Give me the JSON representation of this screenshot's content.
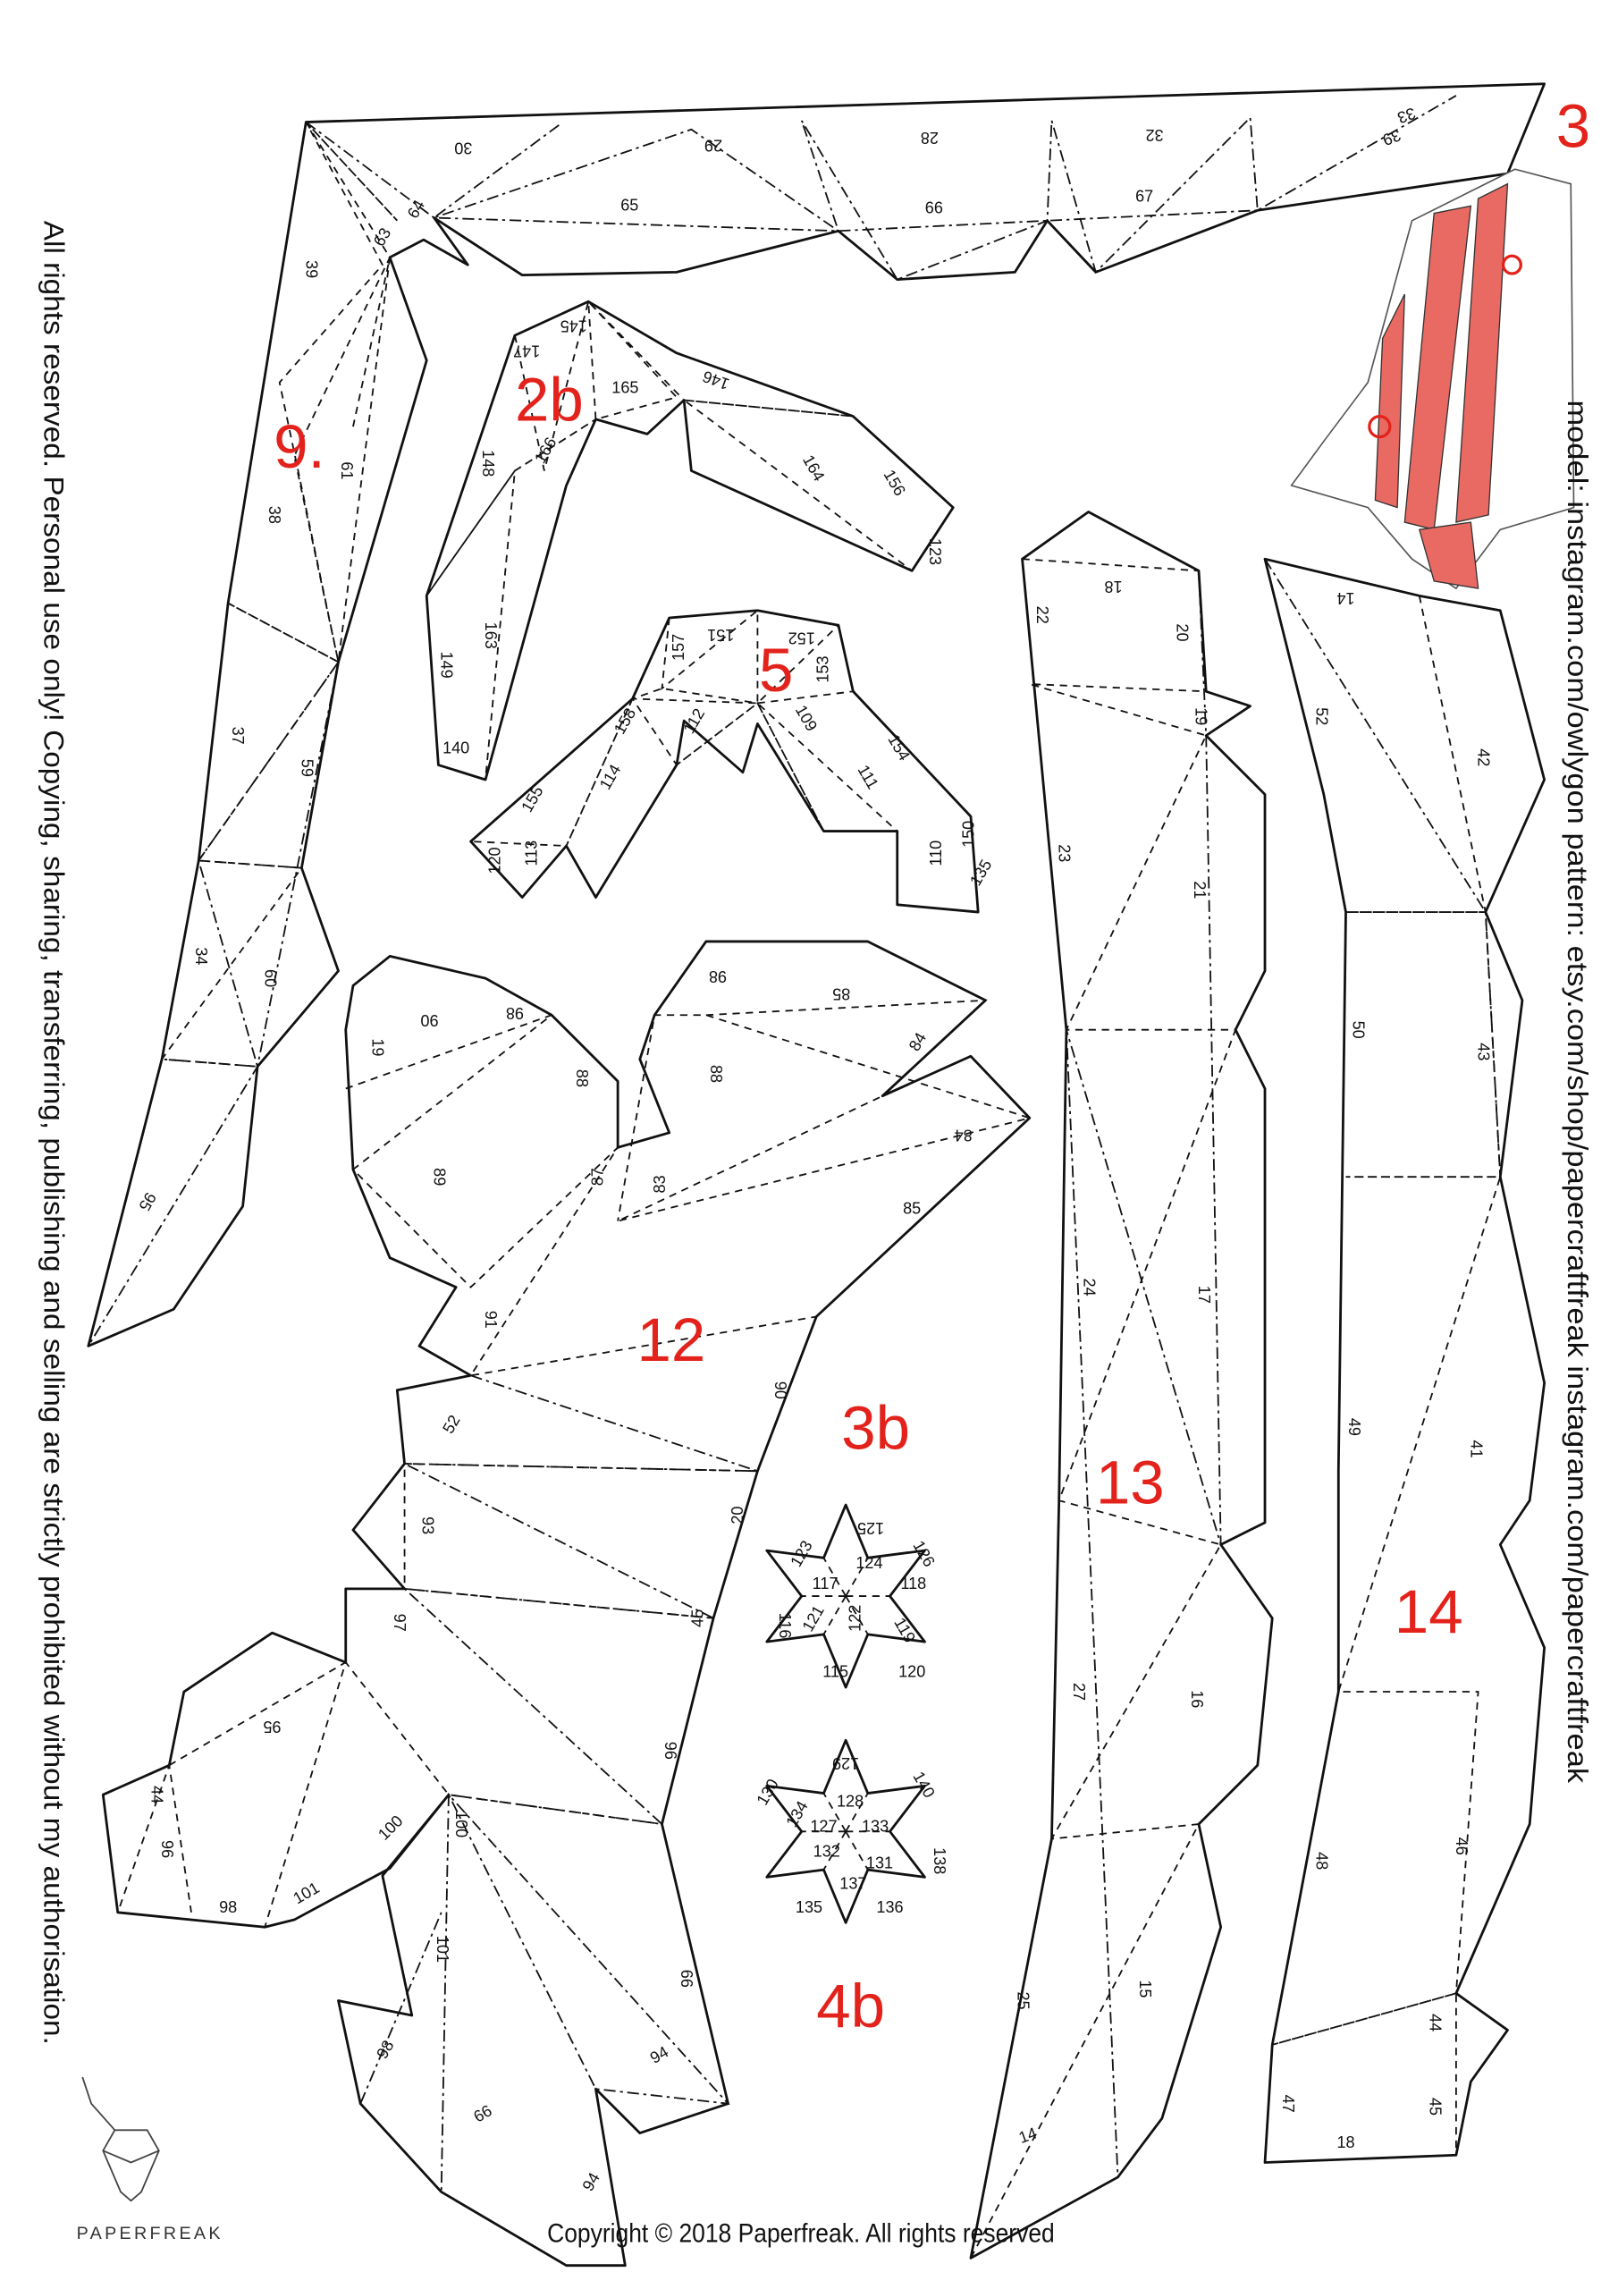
{
  "piece_labels": {
    "p3": "3",
    "p9": "9.",
    "p2b": "2b",
    "p5": "5",
    "p12": "12",
    "p3b": "3b",
    "p13": "13",
    "p14": "14",
    "p4b": "4b"
  },
  "side_left": "All rights reserved. Personal use only! Copying, sharing, transferring, publishing and selling are strictly prohibited without my authorisation.",
  "side_right": "model: instagram.com/owlygon pattern: etsy.com/shop/papercraftfreak instagram.com/papercraftfreak",
  "copyright": "Copyright © 2018 Paperfreak. All rights reserved",
  "brand": "PAPERFREAK",
  "colors": {
    "accent": "#e3221b",
    "line": "#111111"
  },
  "edges": [
    "30",
    "29",
    "28",
    "32",
    "33",
    "39",
    "65",
    "66",
    "67",
    "63",
    "64",
    "39",
    "61",
    "38",
    "37",
    "59",
    "34",
    "60",
    "95",
    "145",
    "147",
    "165",
    "146",
    "166",
    "148",
    "164",
    "156",
    "123",
    "163",
    "149",
    "140",
    "151",
    "152",
    "157",
    "153",
    "158",
    "112",
    "109",
    "154",
    "155",
    "114",
    "111",
    "120",
    "113",
    "110",
    "150",
    "135",
    "98",
    "85",
    "90",
    "98",
    "19",
    "84",
    "88",
    "88",
    "84",
    "87",
    "83",
    "89",
    "85",
    "91",
    "90",
    "52",
    "20",
    "93",
    "45",
    "97",
    "95",
    "96",
    "44",
    "96",
    "98",
    "101",
    "100",
    "100",
    "101",
    "66",
    "94",
    "98",
    "66",
    "94",
    "18",
    "22",
    "20",
    "19",
    "23",
    "21",
    "24",
    "17",
    "27",
    "16",
    "25",
    "15",
    "14",
    "14",
    "52",
    "42",
    "50",
    "43",
    "49",
    "41",
    "48",
    "46",
    "44",
    "47",
    "45",
    "18",
    "125",
    "123",
    "126",
    "117",
    "124",
    "118",
    "116",
    "121",
    "119",
    "120",
    "115",
    "122",
    "129",
    "130",
    "140",
    "128",
    "134",
    "127",
    "133",
    "132",
    "131",
    "138",
    "135",
    "136",
    "137"
  ]
}
